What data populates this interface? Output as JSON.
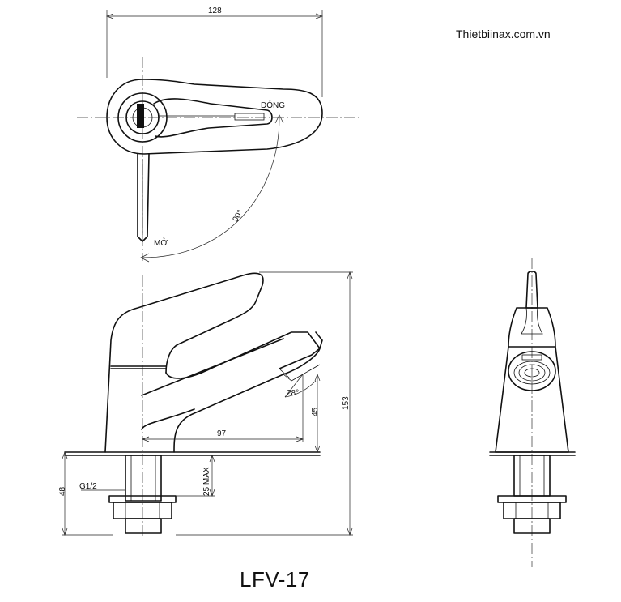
{
  "website": "Thietbiinax.com.vn",
  "model": "LFV-17",
  "labels": {
    "closed": "ĐÓNG",
    "open": "MỞ",
    "thread": "G1/2",
    "rotation": "90°",
    "spout_angle": "28°"
  },
  "dimensions": {
    "overall_width": "128",
    "total_height": "153",
    "spout_reach": "97",
    "spout_height": "45",
    "shank_length": "48",
    "max_counter": "25 MAX"
  }
}
